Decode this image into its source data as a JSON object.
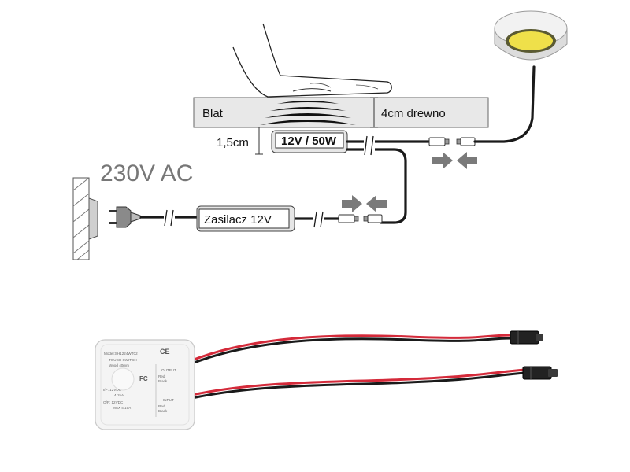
{
  "diagram": {
    "countertop_label": "Blat",
    "wood_thickness_label": "4cm drewno",
    "gap_label": "1,5cm",
    "switch_rating_label": "12V / 50W",
    "mains_label": "230V AC",
    "power_supply_label": "Zasilacz 12V"
  },
  "device": {
    "model": "Model:SH1224WT02",
    "type": "TOUCH SWITCH",
    "wood": "Wood 40mm",
    "output": "OUTPUT",
    "input": "INPUT",
    "red": "Red",
    "black": "Black",
    "ip_rating": "I/P: 12VDC",
    "ip_current": "4.15A",
    "op_rating": "O/P: 12VDC",
    "op_current": "MAX 4.15A",
    "ce_mark": "CE",
    "fc_mark": "FC"
  },
  "colors": {
    "wire_dark": "#1a1a1a",
    "wire_red": "#d42a3a",
    "countertop_fill": "#e8e8e8",
    "box_fill": "#e6e6e6",
    "lamp_yellow": "#efe04a",
    "arrow_gray": "#7a7a7a",
    "mains_text": "#777777"
  },
  "icons": [
    "hand-icon",
    "touch-wave-icon",
    "led-puck-light-icon",
    "wall-socket-icon",
    "power-plug-icon",
    "connector-arrow-icon",
    "wire-break-icon"
  ]
}
